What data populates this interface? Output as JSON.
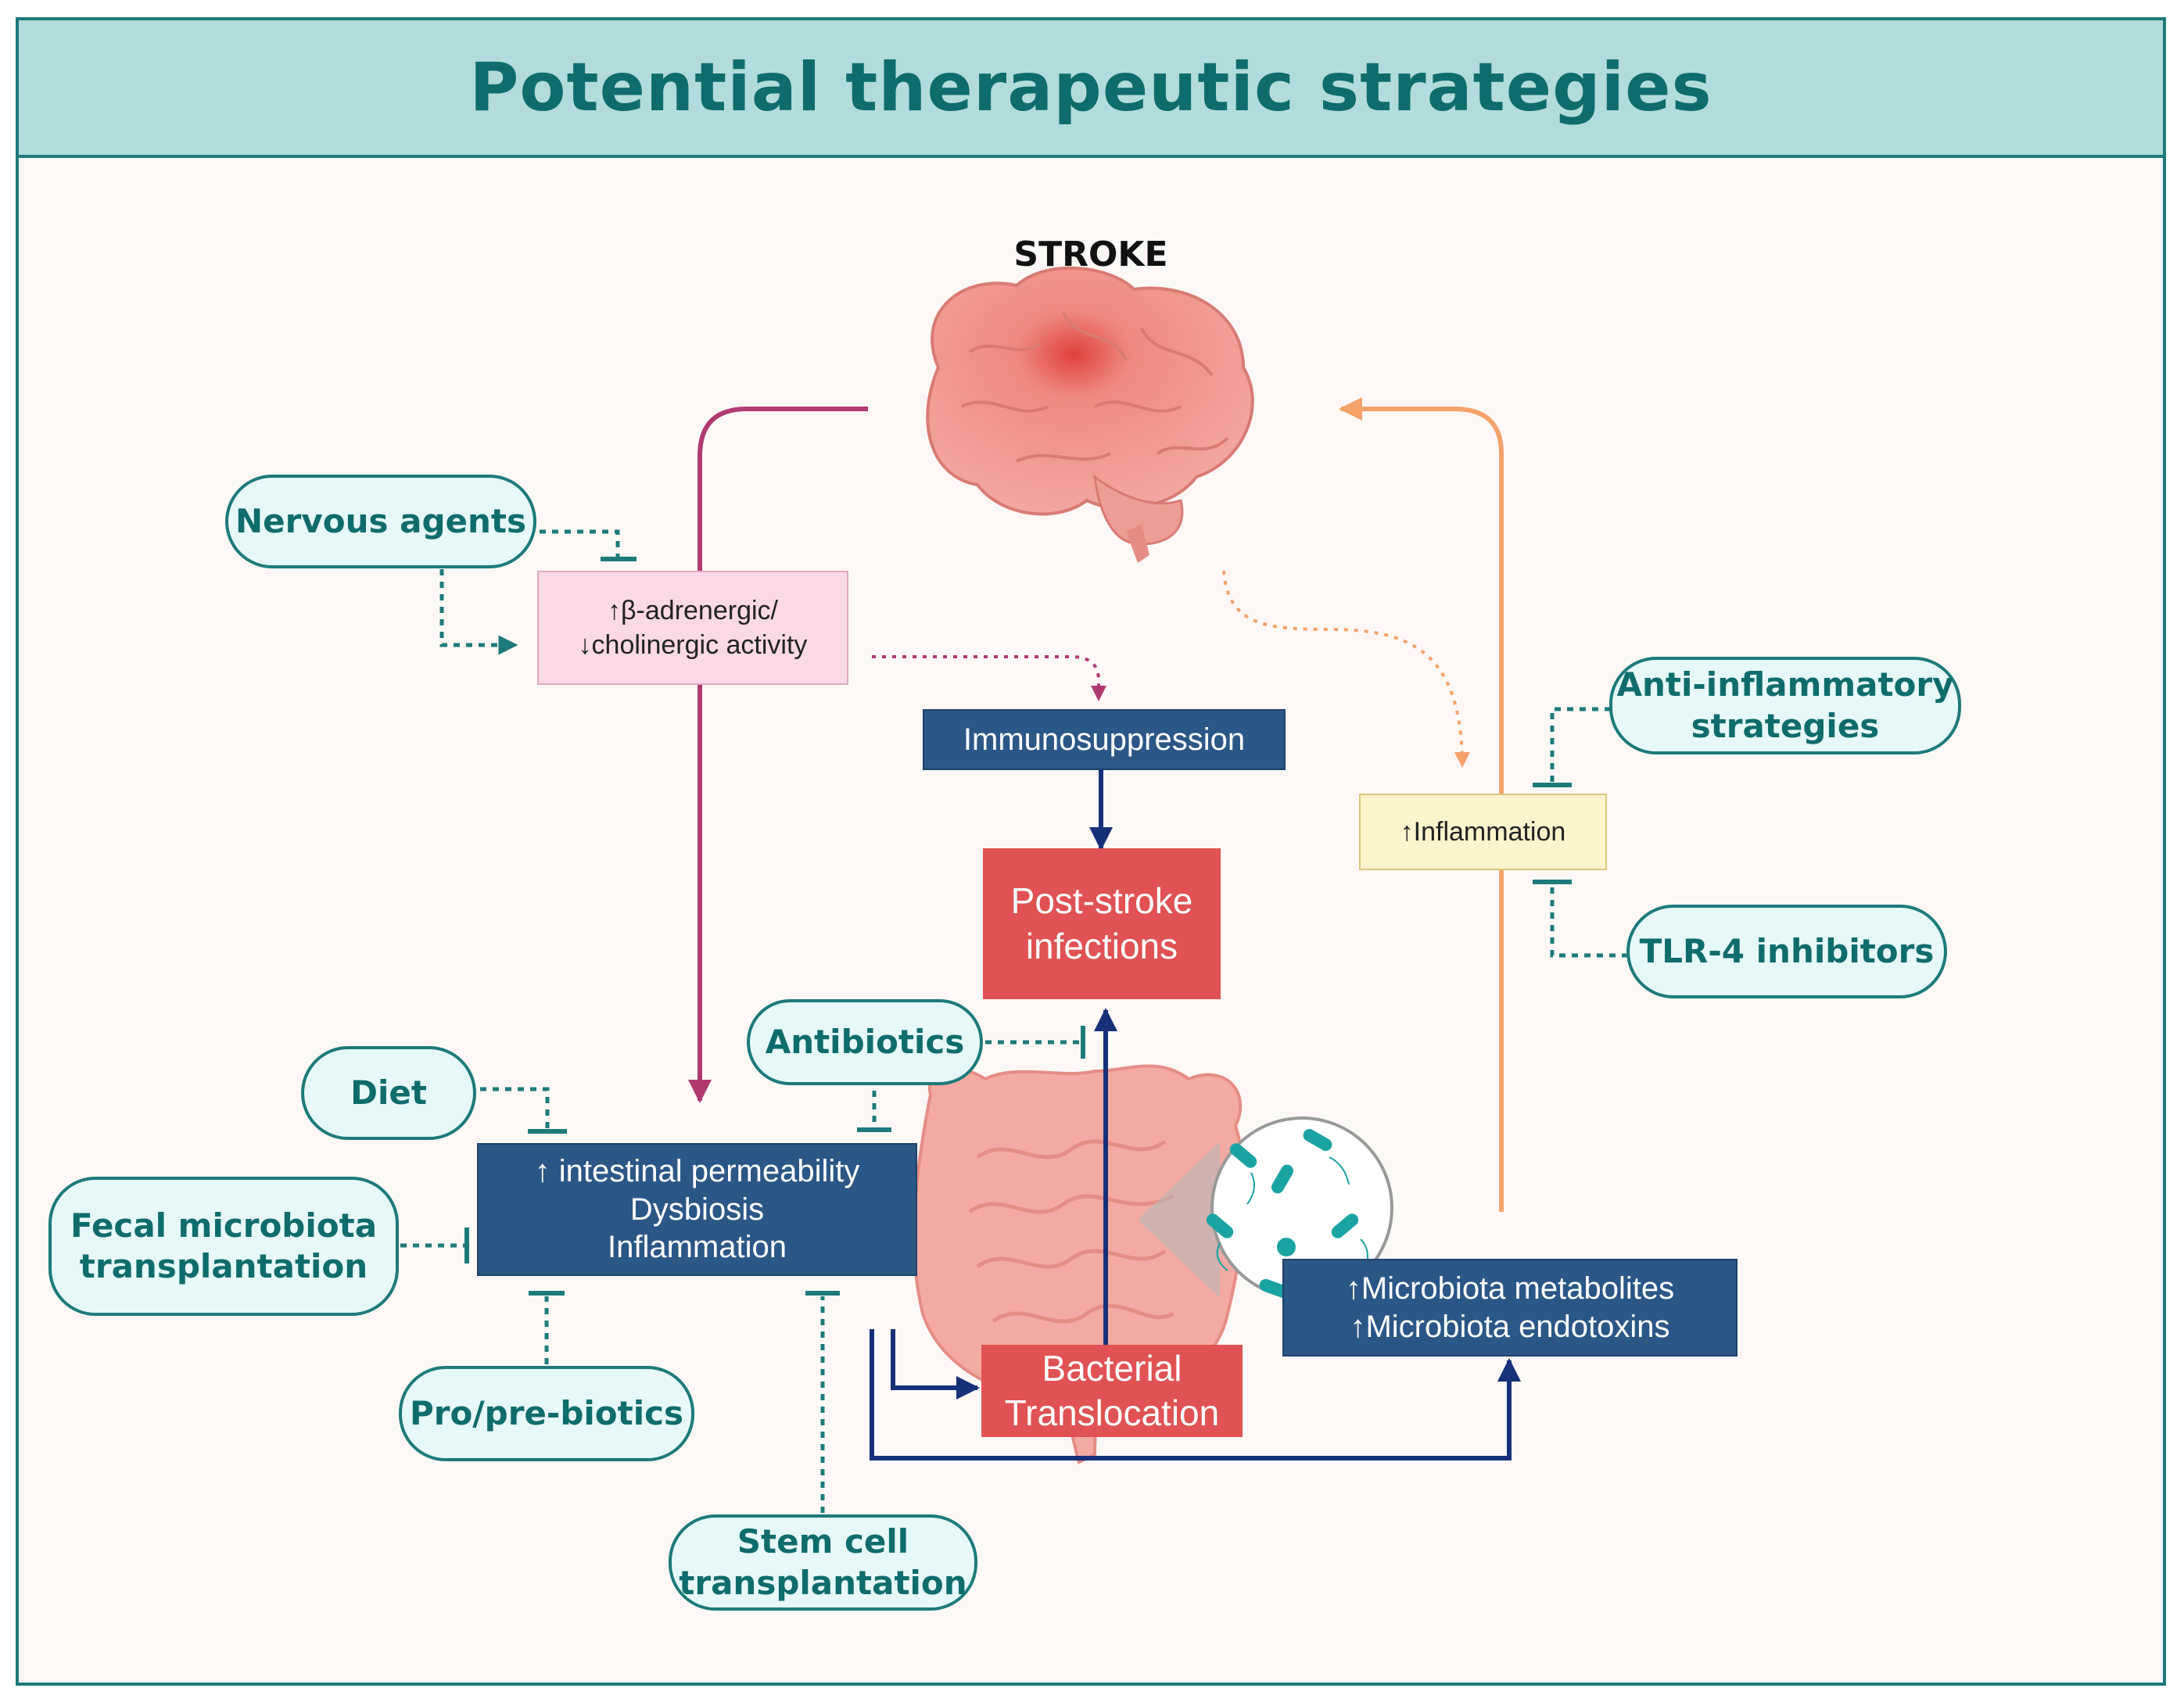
{
  "title": "Potential therapeutic strategies",
  "stroke_label": "STROKE",
  "nodes": {
    "adrenergic": "↑β-adrenergic/\n↓cholinergic activity",
    "immunosuppression": "Immunosuppression",
    "post_stroke_infections": "Post-stroke\ninfections",
    "inflammation": "↑Inflammation",
    "intestinal": "↑ intestinal permeability\nDysbiosis\nInflammation",
    "bacterial_translocation": "Bacterial\nTranslocation",
    "microbiota": "↑Microbiota metabolites\n↑Microbiota endotoxins"
  },
  "therapies": {
    "nervous_agents": "Nervous agents",
    "anti_inflammatory": "Anti-inflammatory\nstrategies",
    "tlr4": "TLR-4 inhibitors",
    "antibiotics": "Antibiotics",
    "diet": "Diet",
    "fecal": "Fecal microbiota\ntransplantation",
    "probiotics": "Pro/pre-biotics",
    "stem_cell": "Stem cell\ntransplantation"
  },
  "colors": {
    "teal": "#1d7a7a",
    "navy": "#17307a",
    "magenta": "#b03a70",
    "orange": "#f5a26a"
  }
}
